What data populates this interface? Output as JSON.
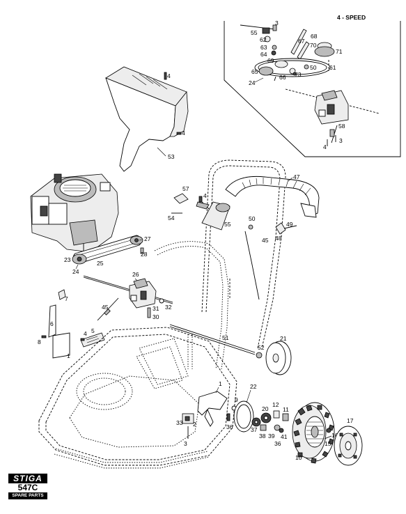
{
  "header": {
    "variant": "4 - SPEED"
  },
  "brand": {
    "logo_text": "STIGA",
    "model": "547C",
    "subtitle": "SPARE PARTS"
  },
  "part_numbers": {
    "p1": "1",
    "p2": "2",
    "p3": "3",
    "p4": "4",
    "p5": "5",
    "p6": "6",
    "p7": "7",
    "p8": "8",
    "p9": "9",
    "p10": "10",
    "p11": "11",
    "p12": "12",
    "p15": "15",
    "p16": "16",
    "p17": "17",
    "p20": "20",
    "p21": "21",
    "p22": "22",
    "p23": "23",
    "p24": "24",
    "p25": "25",
    "p26": "26",
    "p27": "27",
    "p28": "28",
    "p30": "30",
    "p31": "31",
    "p32": "32",
    "p33": "33",
    "p36": "36",
    "p37": "37",
    "p38": "38",
    "p39": "39",
    "p41": "41",
    "p45": "45",
    "p47": "47",
    "p48": "48",
    "p49": "49",
    "p50": "50",
    "p51": "51",
    "p52": "52",
    "p53": "53",
    "p54": "54",
    "p55": "55",
    "p57": "57",
    "p58": "58",
    "p61": "61",
    "p62": "62",
    "p63": "63",
    "p64": "64",
    "p65": "65",
    "p66": "66",
    "p67": "67",
    "p68": "68",
    "p69": "69",
    "p70": "70",
    "p71": "71",
    "p73": "73"
  }
}
